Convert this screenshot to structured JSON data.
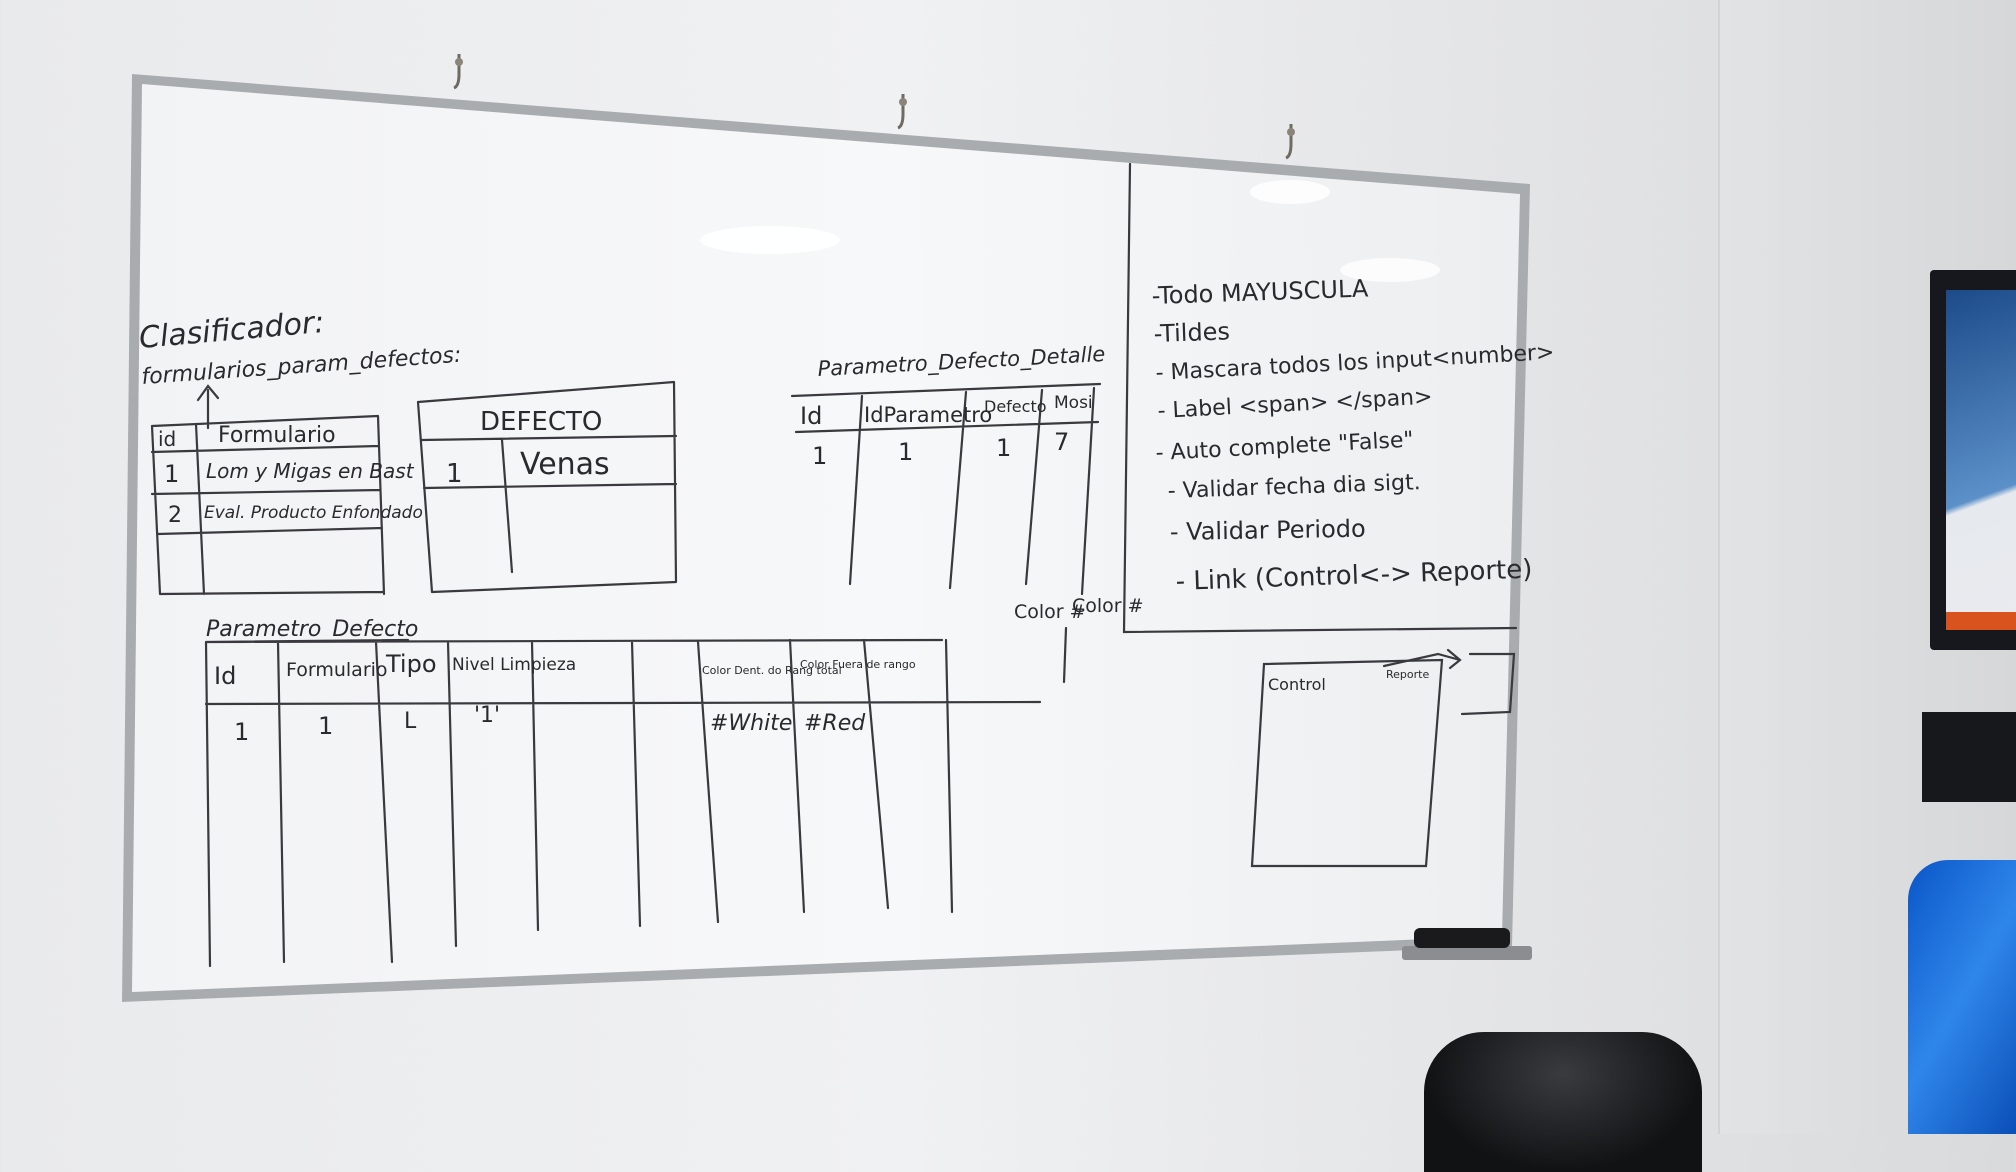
{
  "clasificador": {
    "title": "Clasificador:",
    "subtitle": "formularios_param_defectos:"
  },
  "formulario_table": {
    "headers": [
      "id",
      "Formulario"
    ],
    "rows": [
      [
        "1",
        "Lom y Migas en Bast"
      ],
      [
        "2",
        "Eval. Producto Enfondado"
      ]
    ]
  },
  "defecto_table": {
    "header": "DEFECTO",
    "rows": [
      [
        "1",
        "Venas"
      ]
    ]
  },
  "detalle_table": {
    "title": "Parametro_Defecto_Detalle",
    "headers": [
      "Id",
      "IdParametro",
      "Defecto",
      "Mosi"
    ],
    "rows": [
      [
        "1",
        "1",
        "1",
        "7"
      ]
    ]
  },
  "parametro_table": {
    "title": "Parametro_Defecto",
    "headers": [
      "Id",
      "Formulario",
      "Tipo",
      "Nivel Limpieza",
      "Color Dent. do Rang total",
      "Color Fuera de rango"
    ],
    "rows": [
      [
        "1",
        "1",
        "L",
        "'1'",
        "#White",
        "#Red"
      ]
    ],
    "extra_headers": [
      "Color #",
      "Color #"
    ]
  },
  "notes": {
    "items": [
      "-Todo MAYUSCULA",
      "-Tildes",
      "- Mascara todos los input<number>",
      "- Label <span> </span>",
      "- Auto complete \"False\"",
      "- Validar fecha dia sigt.",
      "- Validar Periodo",
      "- Link (Control<-> Reporte)"
    ]
  },
  "sketch": {
    "left_label": "Control",
    "right_label": "Reporte"
  }
}
